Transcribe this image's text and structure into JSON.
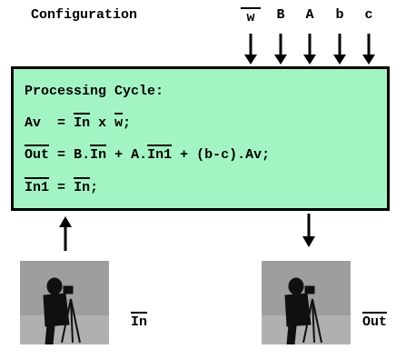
{
  "config_label": "Configuration",
  "params": [
    {
      "text": "w",
      "overline": true
    },
    {
      "text": "B",
      "overline": false
    },
    {
      "text": "A",
      "overline": false
    },
    {
      "text": "b",
      "overline": false
    },
    {
      "text": "c",
      "overline": false
    }
  ],
  "processing": {
    "title": "Processing Cycle:",
    "eq1": {
      "lhs": "Av",
      "op": "=",
      "in": "In",
      "x": "x",
      "w": "w",
      "end": ";"
    },
    "eq2": {
      "out": "Out",
      "op": "=",
      "b_in": "B.",
      "in": "In",
      "plus1": " + A.",
      "in1": "In1",
      "rest": " + (b-c).Av;"
    },
    "eq3": {
      "in1": "In1",
      "op": "=",
      "in": "In",
      "end": ";"
    }
  },
  "images": {
    "input_label": "In",
    "output_label": "Out"
  }
}
